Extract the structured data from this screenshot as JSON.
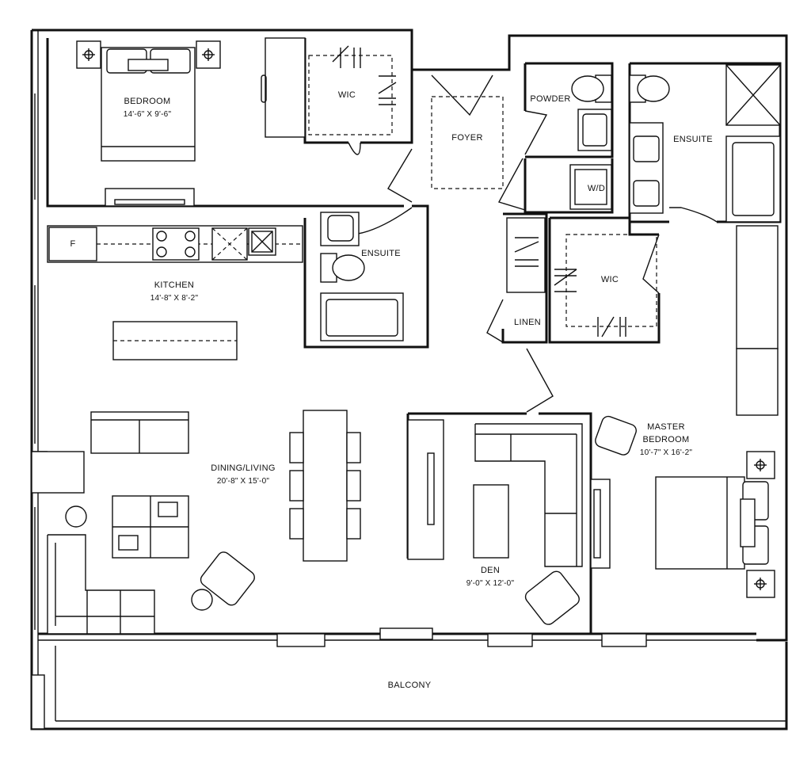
{
  "rooms": [
    {
      "key": "bedroom",
      "name": "BEDROOM",
      "dims": "14'-6\" X 9'-6\""
    },
    {
      "key": "wic_1",
      "name": "WIC",
      "dims": ""
    },
    {
      "key": "foyer",
      "name": "FOYER",
      "dims": ""
    },
    {
      "key": "powder",
      "name": "POWDER",
      "dims": ""
    },
    {
      "key": "ensuite_master",
      "name": "ENSUITE",
      "dims": ""
    },
    {
      "key": "wd",
      "name": "W/D",
      "dims": ""
    },
    {
      "key": "kitchen",
      "name": "KITCHEN",
      "dims": "14'-8\" X 8'-2\""
    },
    {
      "key": "ensuite_2",
      "name": "ENSUITE",
      "dims": ""
    },
    {
      "key": "wic_2",
      "name": "WIC",
      "dims": ""
    },
    {
      "key": "linen",
      "name": "LINEN",
      "dims": ""
    },
    {
      "key": "dining_living",
      "name": "DINING/LIVING",
      "dims": "20'-8\" X 15'-0\""
    },
    {
      "key": "master_bedroom",
      "name": "MASTER",
      "name2": "BEDROOM",
      "dims": "10'-7\" X 16'-2\""
    },
    {
      "key": "den",
      "name": "DEN",
      "dims": "9'-0\" X 12'-0\""
    },
    {
      "key": "balcony",
      "name": "BALCONY",
      "dims": ""
    }
  ],
  "fixtures": {
    "fridge_label": "F"
  }
}
